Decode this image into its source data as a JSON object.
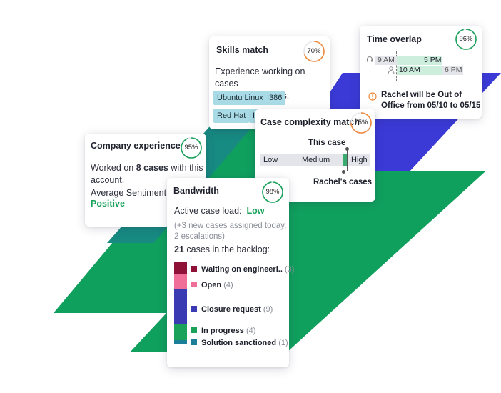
{
  "colors": {
    "green": "#12a05d",
    "blue": "#3a3bd6",
    "teal": "#1b7f88",
    "orange": "#ef8a3c",
    "ring_green": "#1aa15a"
  },
  "skills": {
    "title": "Skills match",
    "percent": "70%",
    "ring_value": 0.7,
    "desc_line1": "Experience working on cases",
    "desc_line2": "with similar issues:",
    "tags": [
      "Ubuntu Linux",
      "I386",
      "Red Hat",
      "In"
    ]
  },
  "time": {
    "title": "Time overlap",
    "percent": "96%",
    "ring_value": 0.96,
    "row1_start": "9 AM",
    "row1_end": "5 PM",
    "row2_start": "10 AM",
    "row2_end": "6 PM",
    "ooo_line1": "Rachel will be Out of",
    "ooo_line2": "Office from 05/10 to 05/15",
    "icons": {
      "headset": "headset-icon",
      "person": "person-icon",
      "alert": "alert-icon"
    }
  },
  "company": {
    "title": "Company experience",
    "percent": "95%",
    "ring_value": 0.95,
    "worked_prefix": "Worked on ",
    "worked_bold": "8 cases",
    "worked_suffix": " with this",
    "worked_line2": "account.",
    "sentiment_label": "Average Sentiment:",
    "sentiment_value": "Positive"
  },
  "complexity": {
    "title": "Case complexity match",
    "percent": "75%",
    "ring_value": 0.75,
    "this_case": "This case",
    "levels": [
      "Low",
      "Medium",
      "High"
    ],
    "rachels_cases": "Rachel's cases"
  },
  "bandwidth": {
    "title": "Bandwidth",
    "percent": "98%",
    "ring_value": 0.98,
    "load_label": "Active case load:",
    "load_value": "Low",
    "note_line1": "(+3 new cases assigned today,",
    "note_line2": "2 escalations)",
    "backlog_count": "21",
    "backlog_text": " cases in the backlog:",
    "categories": [
      {
        "label": "Waiting on engineeri..",
        "count": "(3)",
        "value": 3,
        "color": "#8e1237"
      },
      {
        "label": "Open",
        "count": "(4)",
        "value": 4,
        "color": "#ef6f99"
      },
      {
        "label": "Closure request",
        "count": "(9)",
        "value": 9,
        "color": "#3a3ab3"
      },
      {
        "label": "In progress",
        "count": "(4)",
        "value": 4,
        "color": "#1aa15a"
      },
      {
        "label": "Solution sanctioned",
        "count": "(1)",
        "value": 1,
        "color": "#1b7f9a"
      }
    ]
  }
}
